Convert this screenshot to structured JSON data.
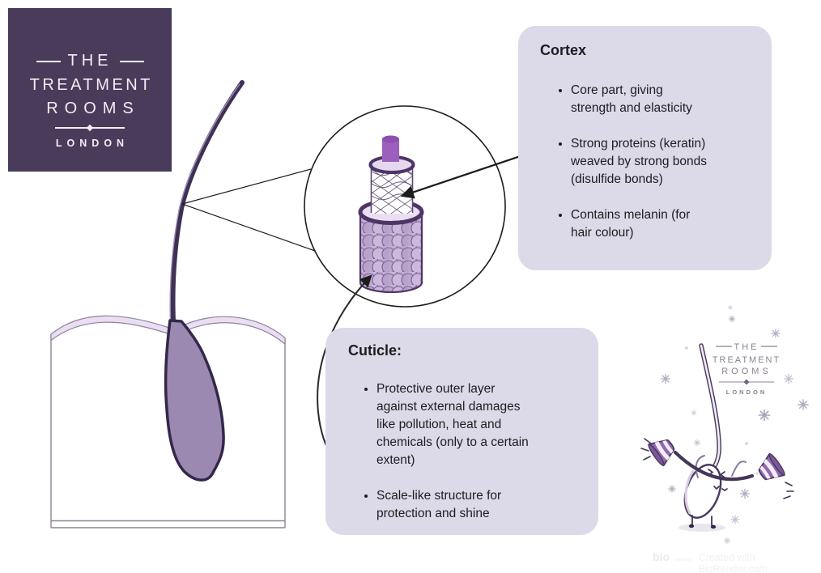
{
  "brand_logo": {
    "line1": "THE",
    "line2": "TREATMENT",
    "line3": "ROOMS",
    "city": "LONDON"
  },
  "cortex_box": {
    "title": "Cortex",
    "bullets": [
      "Core part, giving strength and elasticity",
      "Strong proteins (keratin) weaved by strong bonds (disulfide bonds)",
      "Contains melanin (for hair colour)"
    ]
  },
  "cuticle_box": {
    "title": "Cuticle:",
    "bullets": [
      "Protective outer layer against external damages like pollution, heat and chemicals (only to a certain extent)",
      "Scale-like structure for protection and shine"
    ]
  },
  "mascot": {
    "logo_line1": "THE",
    "logo_line2": "TREATMENT",
    "logo_line3": "ROOMS",
    "logo_city": "LONDON"
  },
  "watermark": {
    "logo": "bio",
    "logo_sub": "render",
    "text": "Created with BioRender.com"
  },
  "colors": {
    "logo_background": "#483c5a",
    "logo_text": "#f2edf5",
    "infobox_background": "#dcd9e9",
    "body_text": "#1d1d1f",
    "hair_strand_dark": "#3f3154",
    "follicle_bulb_fill": "#9c89b2",
    "follicle_outline": "#33284a",
    "skin_band_fill": "#e9def3",
    "skin_outline": "#8e8498",
    "medulla_purple": "#9d5fbd",
    "cylinder_ring_dark": "#4e3566",
    "cylinder_top_fill": "#e6daf0",
    "scale_light": "#c8b4d9",
    "scale_base": "#b4a0c8",
    "scale_outline": "#7a6292",
    "arrow_black": "#1c1c1c",
    "mascot_dark": "#443658",
    "mascot_weight_purple": "#9268b0",
    "mascot_logo_gray": "#8b8292"
  }
}
